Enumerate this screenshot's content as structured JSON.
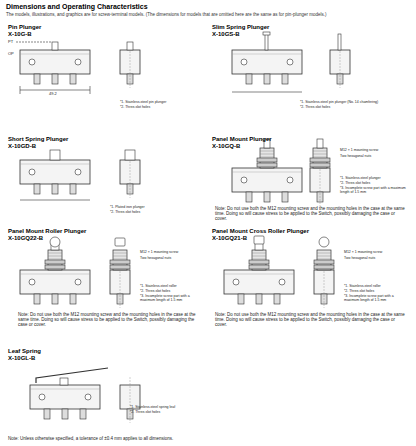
{
  "diagram": {
    "title": "Dimensions and Operating Characteristics",
    "labels": [
      "The models, illustrations, and graphics are for screw-terminal models. (The dimensions for models that are omitted here are the same as for pin-plunger models.)",
      "Pin Plunger",
      "X-10G-B",
      "Slim Spring Plunger",
      "X-10GS-B",
      "Short Spring Plunger",
      "X-10GD-B",
      "Panel Mount Plunger",
      "X-10GQ-B",
      "Panel Mount Roller Plunger",
      "X-10GQ22-B",
      "Panel Mount Cross Roller Plunger",
      "X-10GQ21-B",
      "Leaf Spring",
      "X-10GL-B",
      "Note: Do not use both the M12 mounting screw and the mounting holes in the case at the same time. Doing so will cause stress to be applied to the Switch, possibly damaging the case or cover.",
      "Note: Do not use both the M12 mounting screw and the mounting holes in the case at the same time. Doing so will cause stress to be applied to the Switch, possibly damaging the case or cover.",
      "Note: Do not use both the M12 mounting screw and the mounting holes in the case at the same time. Doing so will cause stress to be applied to the Switch, possibly damaging the case or cover.",
      "Note: Unless otherwise specified, a tolerance of ±0.4 mm applies to all dimensions.",
      "*1. Stainless-steel pin plunger",
      "*2. Three-slot holes",
      "*1. Stainless-steel pin plunger (No. 14 chamfering)",
      "*2. Three-slot holes",
      "*1. Plated iron plunger",
      "*2. Three-slot holes",
      "*1. Stainless-steel plunger",
      "*2. Three-slot holes",
      "*3. Incomplete screw part with a maximum length of 1.5 mm",
      "*1. Stainless-steel roller",
      "*2. Three-slot holes",
      "*3. Incomplete screw part with a maximum length of 1.5 mm",
      "*1. Stainless-steel roller",
      "*2. Three-slot holes",
      "*3. Incomplete screw part with a maximum length of 1.5 mm",
      "*1. Stainless-steel spring leaf",
      "*2. Three-slot holes",
      "49.2",
      "PT",
      "OP",
      "M12 × 1 mounting screw",
      "Two hexagonal nuts",
      "M12 × 1 mounting screw",
      "Two hexagonal nuts",
      "M12 × 1 mounting screw",
      "Two hexagonal nuts"
    ]
  }
}
